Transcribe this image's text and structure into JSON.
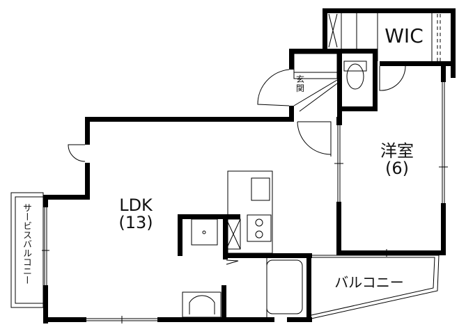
{
  "floor_plan": {
    "rooms": {
      "ldk": {
        "name": "LDK",
        "size": "(13)"
      },
      "western_room": {
        "name": "洋室",
        "size": "(6)"
      },
      "wic": {
        "name": "WIC"
      },
      "balcony": {
        "name": "バルコニー"
      },
      "entrance": {
        "name": "玄関"
      },
      "service_balcony": {
        "name": "サービスバルコニー"
      }
    },
    "colors": {
      "wall": "#000000",
      "line": "#000000",
      "background": "#ffffff"
    }
  }
}
